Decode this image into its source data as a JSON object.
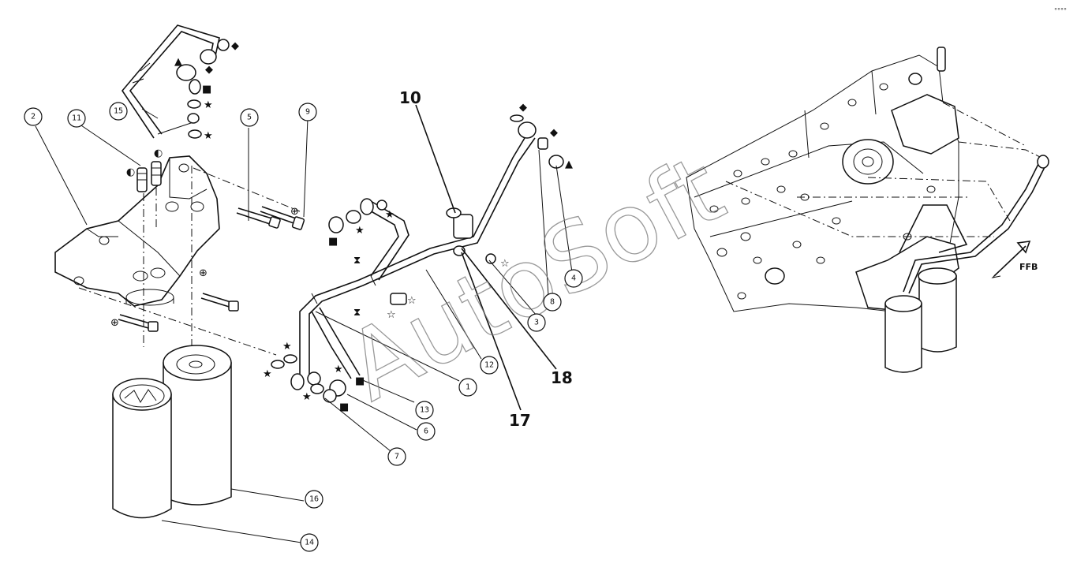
{
  "callouts": [
    {
      "id": "c2",
      "label": "2"
    },
    {
      "id": "c11",
      "label": "11"
    },
    {
      "id": "c15",
      "label": "15"
    },
    {
      "id": "c5",
      "label": "5"
    },
    {
      "id": "c9",
      "label": "9"
    },
    {
      "id": "c12",
      "label": "12"
    },
    {
      "id": "c1",
      "label": "1"
    },
    {
      "id": "c13",
      "label": "13"
    },
    {
      "id": "c6",
      "label": "6"
    },
    {
      "id": "c7",
      "label": "7"
    },
    {
      "id": "c3",
      "label": "3"
    },
    {
      "id": "c8",
      "label": "8"
    },
    {
      "id": "c4",
      "label": "4"
    },
    {
      "id": "c16",
      "label": "16"
    },
    {
      "id": "c14",
      "label": "14"
    }
  ],
  "bold_labels": {
    "l10": "10",
    "l18": "18",
    "l17": "17"
  },
  "watermark": "AutoSoft",
  "direction_label": "FFB",
  "corner_mark": "°°°°",
  "symbols": {
    "star": "★",
    "open_star": "☆",
    "square": "■",
    "triangle": "▲",
    "diamond": "◆",
    "quarter": "◐",
    "hourglass": "⧗",
    "target": "⊕"
  }
}
